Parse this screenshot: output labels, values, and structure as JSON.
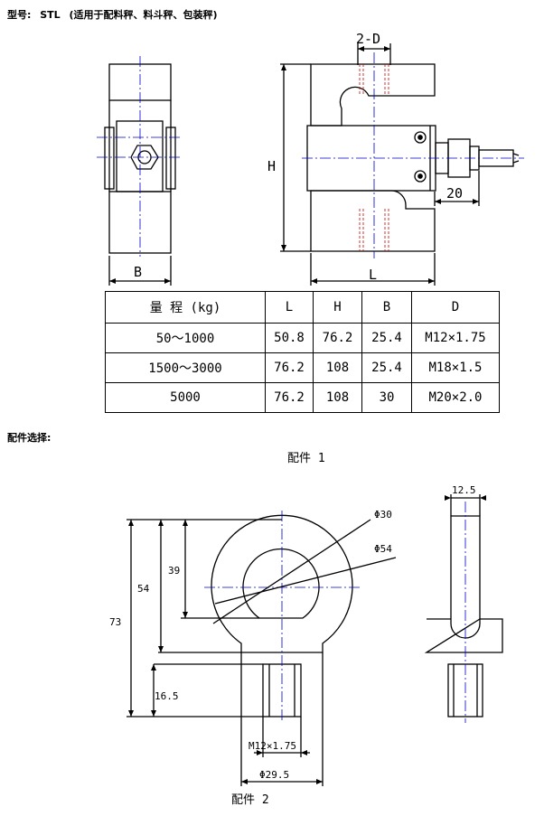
{
  "header": {
    "model_label": "型号:",
    "model_value": "STL",
    "usage": "(适用于配料秤、料斗秤、包装秤)"
  },
  "dims": {
    "side_b": "B",
    "front_2d": "2-D",
    "front_h": "H",
    "front_l": "L",
    "front_20": "20"
  },
  "table": {
    "headers": [
      "量 程 (kg)",
      "L",
      "H",
      "B",
      "D"
    ],
    "rows": [
      [
        "50～1000",
        "50.8",
        "76.2",
        "25.4",
        "M12×1.75"
      ],
      [
        "1500～3000",
        "76.2",
        "108",
        "25.4",
        "M18×1.5"
      ],
      [
        "5000",
        "76.2",
        "108",
        "30",
        "M20×2.0"
      ]
    ]
  },
  "accessories": {
    "heading": "配件选择:",
    "part1": "配件 1",
    "part2": "配件 2",
    "dim_phi30": "Φ30",
    "dim_phi54": "Φ54",
    "dim_39": "39",
    "dim_54": "54",
    "dim_73": "73",
    "dim_16_5": "16.5",
    "dim_thread": "M12×1.75",
    "dim_phi29_5": "Φ29.5",
    "dim_12_5": "12.5"
  }
}
